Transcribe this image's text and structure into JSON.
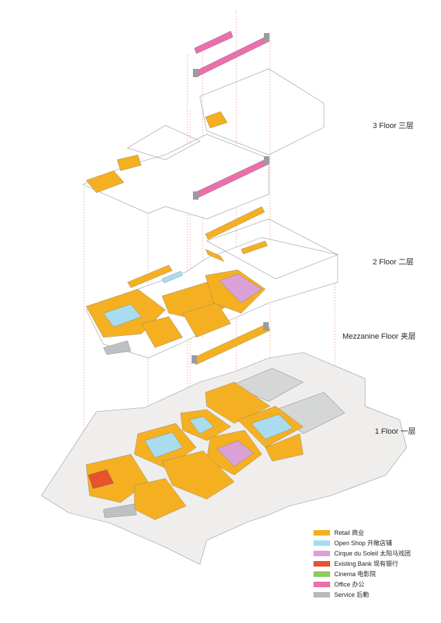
{
  "floors": [
    {
      "label": "3 Floor  三层"
    },
    {
      "label": "2 Floor  二层"
    },
    {
      "label": "Mezzanine Floor  夹层"
    },
    {
      "label": "1 Floor  一层"
    }
  ],
  "legend": [
    {
      "label": "Retail  商业",
      "color": "#F5B021"
    },
    {
      "label": "Open Shop  开敞店铺",
      "color": "#A9DCEE"
    },
    {
      "label": "Cirque du Soleil  太阳马戏团",
      "color": "#D9A1D6"
    },
    {
      "label": "Existing Bank  现有银行",
      "color": "#E8522D"
    },
    {
      "label": "Cinema  电影院",
      "color": "#93C85A"
    },
    {
      "label": "Office  办公",
      "color": "#EA6FAA"
    },
    {
      "label": "Service  后勤",
      "color": "#B8BABC"
    }
  ],
  "colors": {
    "ground": "#EFEEED",
    "outline": "#8F8F8F",
    "guide": "#E28A7A",
    "service": "#9A9C9E"
  }
}
